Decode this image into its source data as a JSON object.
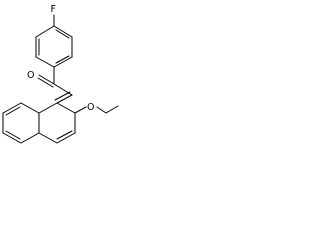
{
  "molecule": {
    "atoms": {
      "fluorine": "F",
      "carbonyl_oxygen": "O",
      "ether_oxygen": "O"
    }
  },
  "colors": {
    "bond": "#000000",
    "label": "#000000",
    "background": "#ffffff"
  }
}
